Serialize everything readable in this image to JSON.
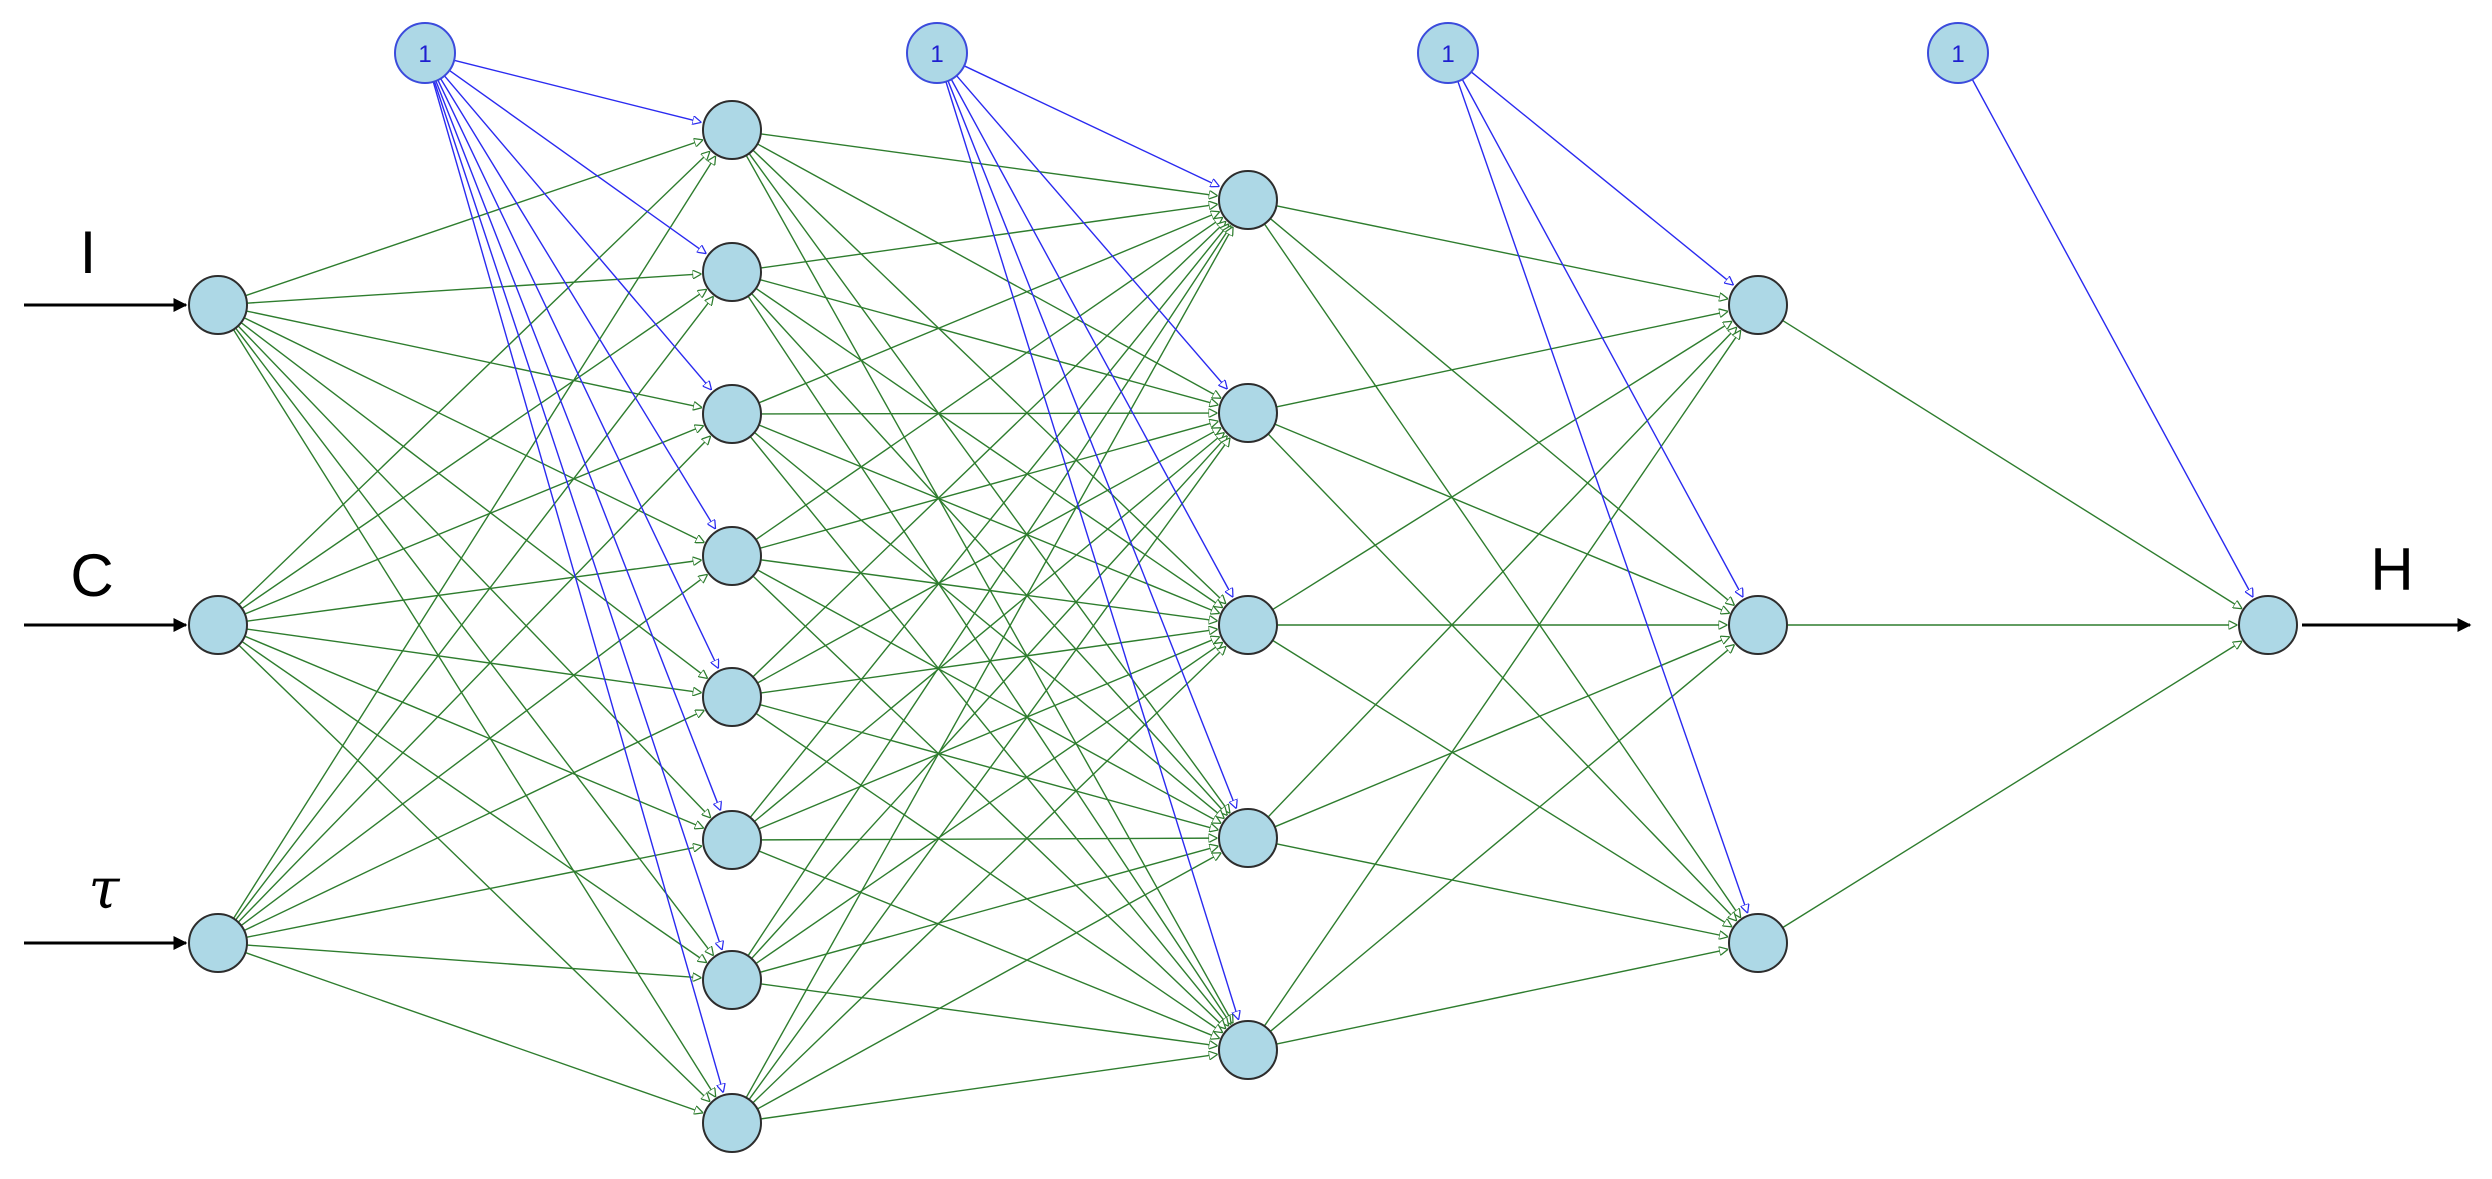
{
  "diagram": {
    "inputs": [
      "I",
      "C",
      "τ"
    ],
    "output": "H",
    "bias_label": "1",
    "layers": [
      3,
      8,
      5,
      3,
      1
    ],
    "colors": {
      "node_fill": "#add8e6",
      "node_stroke": "#2d2d2d",
      "bias_stroke": "#3b4bdc",
      "weight_edge": "#2e7d2e",
      "bias_edge": "#2a2af0",
      "io_arrow": "#000000"
    }
  }
}
